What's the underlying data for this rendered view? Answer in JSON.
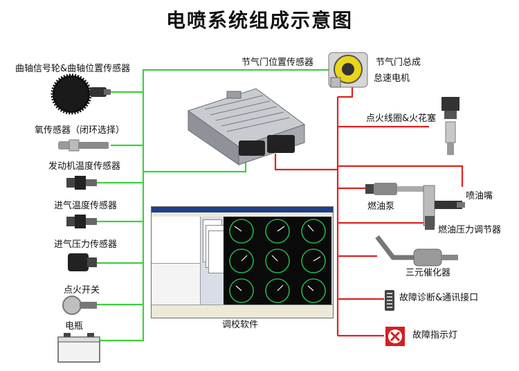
{
  "title": "电喷系统组成示意图",
  "colors": {
    "input_line": "#3ad13a",
    "output_line": "#e02020",
    "ecu_body": "#a8adb3"
  },
  "left_components": [
    {
      "label": "曲轴信号轮&曲轴位置传感器"
    },
    {
      "label": "氧传感器（闭环选择）"
    },
    {
      "label": "发动机温度传感器"
    },
    {
      "label": "进气温度传感器"
    },
    {
      "label": "进气压力传感器"
    },
    {
      "label": "点火开关"
    },
    {
      "label": "电瓶"
    }
  ],
  "top_components": {
    "throttle_sensor": "节气门位置传感器",
    "throttle_body": "节气门总成",
    "idle_motor": "怠速电机"
  },
  "right_components": [
    {
      "label": "点火线圈&火花塞"
    },
    {
      "label": "喷油嘴"
    },
    {
      "label": "燃油泵"
    },
    {
      "label": "燃油压力调节器"
    },
    {
      "label": "三元催化器"
    },
    {
      "label": "故障诊断&通讯接口"
    },
    {
      "label": "故障指示灯"
    }
  ],
  "software": {
    "label": "调校软件"
  }
}
